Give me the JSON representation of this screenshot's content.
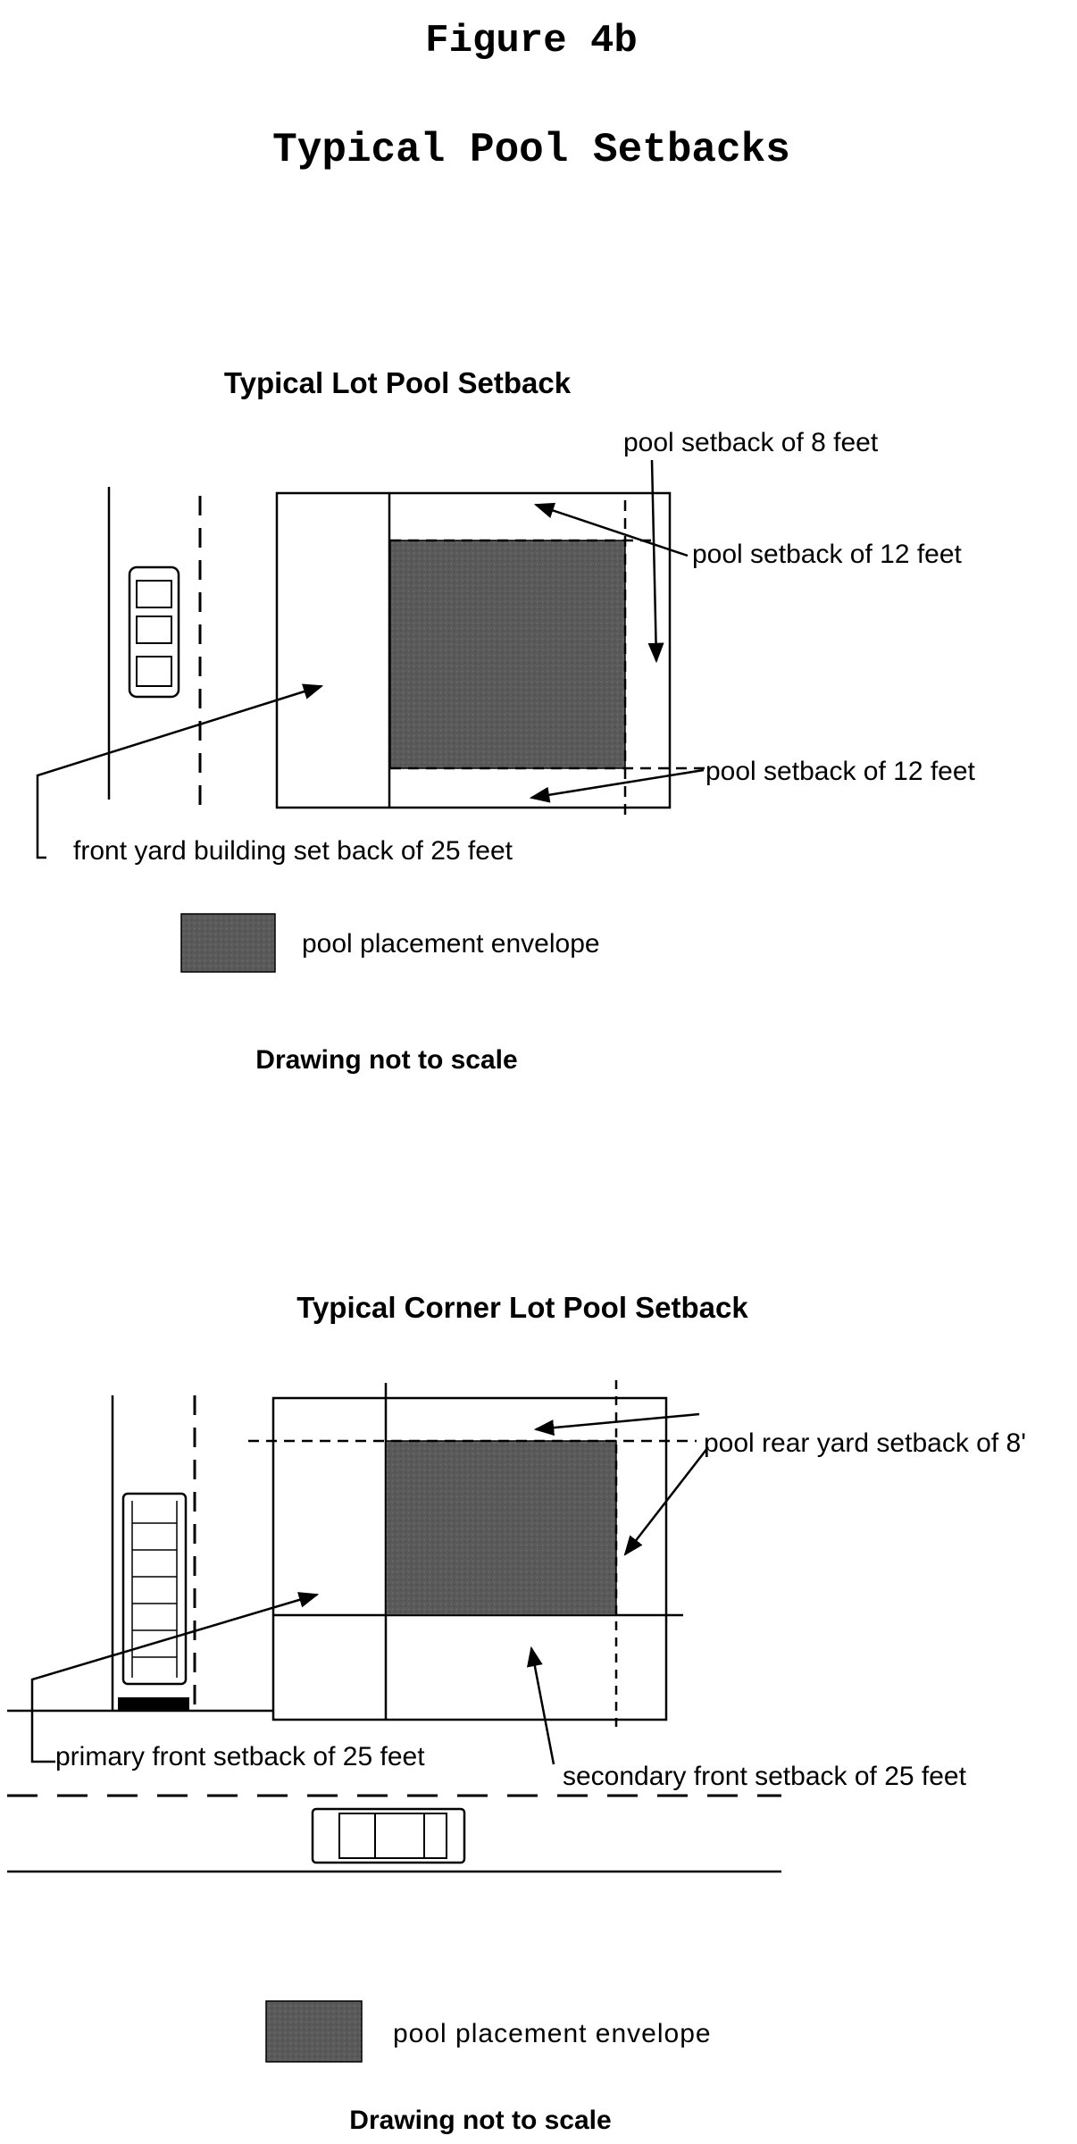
{
  "document": {
    "figure_number": "Figure 4b",
    "figure_title": "Typical Pool Setbacks"
  },
  "typical_lot": {
    "heading": "Typical Lot Pool Setback",
    "callouts": {
      "side_setback": "pool setback of 8 feet",
      "top_setback": "pool setback of  12 feet",
      "bottom_setback": "pool setback of 12 feet",
      "front_yard": "front yard building set back of 25 feet"
    },
    "legend": {
      "label": "pool placement envelope"
    },
    "note": "Drawing not to scale"
  },
  "corner_lot": {
    "heading": "Typical Corner Lot Pool Setback",
    "callouts": {
      "rear_yard": "pool rear yard setback of 8'",
      "primary_front": "primary front setback of 25 feet",
      "secondary_front": "secondary front setback of 25 feet"
    },
    "legend": {
      "label": "pool placement envelope"
    },
    "note": "Drawing not to scale"
  },
  "colors": {
    "ink": "#000000",
    "envelope_fill": "#5a5a5a",
    "paper": "#ffffff"
  }
}
